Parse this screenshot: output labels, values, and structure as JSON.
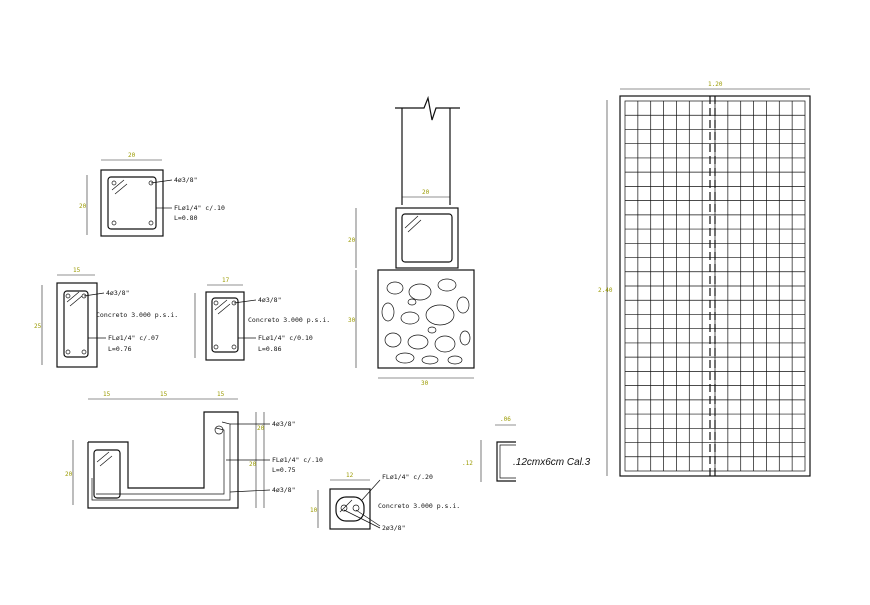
{
  "details": {
    "column_square": {
      "dim_top": "20",
      "dim_side": "20",
      "rebar": "4ø3/8\"",
      "stirrup": "FLø1/4\" c/.10",
      "length": "L=0.80"
    },
    "column_rect_left": {
      "dim_top": "15",
      "dim_side": "25",
      "rebar": "4ø3/8\"",
      "concrete": "Concreto 3.000 p.s.i.",
      "stirrup": "FLø1/4\" c/.07",
      "length": "L=0.76"
    },
    "column_rect_mid": {
      "dim_top": "17",
      "rebar": "4ø3/8\"",
      "concrete": "Concreto 3.000 p.s.i.",
      "stirrup": "FLø1/4\" c/0.10",
      "length": "L=0.86"
    },
    "footing_section": {
      "dim_col": "20",
      "dim_upper": "20",
      "dim_lower": "30",
      "dim_base": "30"
    },
    "grade_beam": {
      "dim_a": "15",
      "dim_b": "15",
      "dim_c": "15",
      "dim_side": "20",
      "dim_right_1": "20",
      "dim_right_2": "20",
      "label_1": "4ø3/8\"",
      "label_2": "FLø1/4\" c/.10",
      "label_3": "L=0.75",
      "label_4": "4ø3/8\""
    },
    "small_beam": {
      "dim_top": "12",
      "dim_side": "10",
      "stirrup": "FLø1/4\" c/.20",
      "concrete": "Concreto 3.000 p.s.i.",
      "rebar": "2ø3/8\""
    },
    "channel": {
      "dim_w": ".06",
      "dim_h": ".12",
      "label": ".12cmx6cm  Cal.3"
    },
    "mesh": {
      "dim_w": "1.20",
      "dim_h": "2.40"
    }
  }
}
